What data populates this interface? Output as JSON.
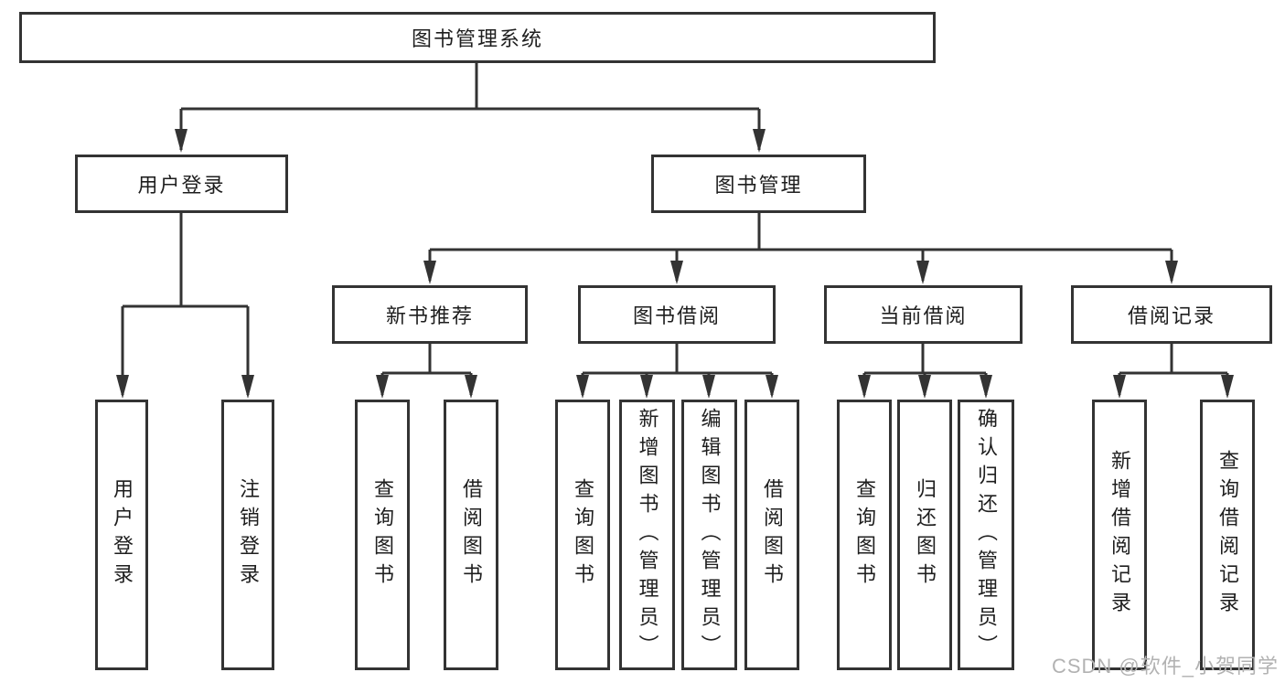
{
  "diagram": {
    "root": {
      "label": "图书管理系统"
    },
    "level2": [
      {
        "label": "用户登录"
      },
      {
        "label": "图书管理"
      }
    ],
    "level3": [
      {
        "label": "新书推荐"
      },
      {
        "label": "图书借阅"
      },
      {
        "label": "当前借阅"
      },
      {
        "label": "借阅记录"
      }
    ],
    "leaves": [
      {
        "label": "用户登录"
      },
      {
        "label": "注销登录"
      },
      {
        "label": "查询图书"
      },
      {
        "label": "借阅图书"
      },
      {
        "label": "查询图书"
      },
      {
        "label": "新增图书（管理员）"
      },
      {
        "label": "编辑图书（管理员）"
      },
      {
        "label": "借阅图书"
      },
      {
        "label": "查询图书"
      },
      {
        "label": "归还图书"
      },
      {
        "label": "确认归还（管理员）"
      },
      {
        "label": "新增借阅记录"
      },
      {
        "label": "查询借阅记录"
      }
    ]
  },
  "watermark": {
    "text": "CSDN @软件_小贺同学"
  },
  "colors": {
    "line": "#333333",
    "text": "#1e1e1e",
    "watermark": "#b2b2b2",
    "background": "#ffffff"
  }
}
